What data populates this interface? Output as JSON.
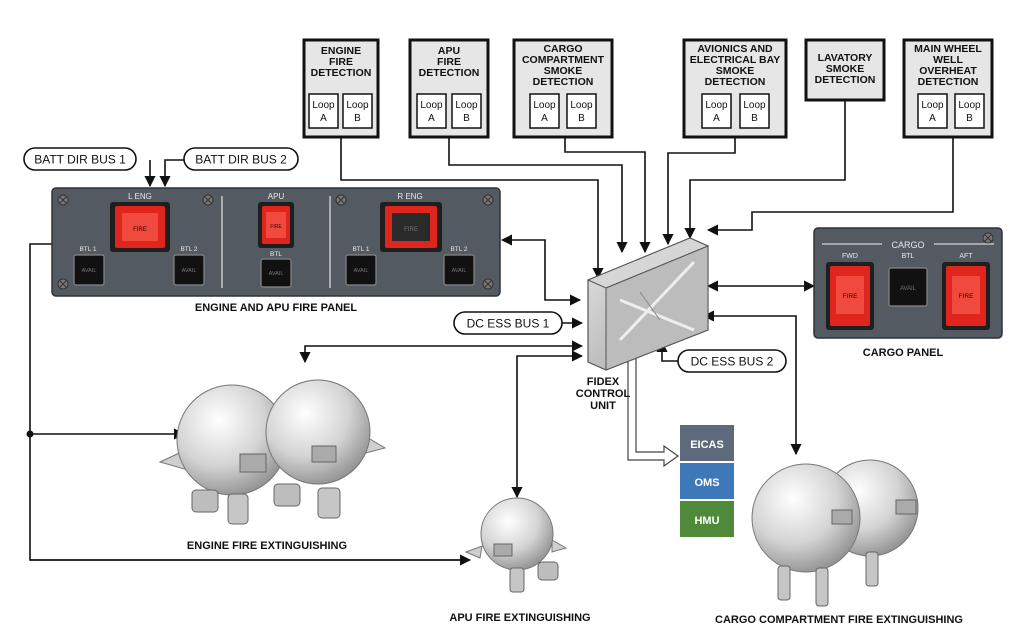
{
  "detectors": [
    {
      "title_lines": [
        "ENGINE",
        "FIRE",
        "DETECTION"
      ],
      "loops": [
        "Loop A",
        "Loop B"
      ]
    },
    {
      "title_lines": [
        "APU",
        "FIRE",
        "DETECTION"
      ],
      "loops": [
        "Loop A",
        "Loop B"
      ]
    },
    {
      "title_lines": [
        "CARGO",
        "COMPARTMENT",
        "SMOKE",
        "DETECTION"
      ],
      "loops": [
        "Loop A",
        "Loop B"
      ]
    },
    {
      "title_lines": [
        "AVIONICS AND",
        "ELECTRICAL BAY",
        "SMOKE",
        "DETECTION"
      ],
      "loops": [
        "Loop A",
        "Loop B"
      ]
    },
    {
      "title_lines": [
        "LAVATORY",
        "SMOKE",
        "DETECTION"
      ],
      "loops": []
    },
    {
      "title_lines": [
        "MAIN WHEEL",
        "WELL",
        "OVERHEAT",
        "DETECTION"
      ],
      "loops": [
        "Loop A",
        "Loop B"
      ]
    }
  ],
  "buses": {
    "batt1": "BATT DIR BUS 1",
    "batt2": "BATT DIR BUS 2",
    "dc1": "DC ESS BUS 1",
    "dc2": "DC ESS BUS 2"
  },
  "engine_panel": {
    "caption": "ENGINE AND APU FIRE PANEL",
    "l_eng": "L ENG",
    "apu": "APU",
    "r_eng": "R ENG",
    "fire": "FIRE",
    "btl1": "BTL 1",
    "btl2": "BTL 2",
    "btl": "BTL",
    "avail": "AVAIL"
  },
  "cargo_panel": {
    "caption": "CARGO PANEL",
    "title": "CARGO",
    "fwd": "FWD",
    "btl": "BTL",
    "aft": "AFT",
    "fire": "FIRE",
    "avail": "AVAIL"
  },
  "fidex": {
    "lines": [
      "FIDEX",
      "CONTROL",
      "UNIT"
    ]
  },
  "outputs": [
    {
      "label": "EICAS",
      "color": "#5c6a7c"
    },
    {
      "label": "OMS",
      "color": "#3f78b8"
    },
    {
      "label": "HMU",
      "color": "#4f8a3a"
    }
  ],
  "extinguishing": {
    "engine": "ENGINE FIRE EXTINGUISHING",
    "apu": "APU FIRE EXTINGUISHING",
    "cargo": "CARGO COMPARTMENT FIRE EXTINGUISHING"
  }
}
